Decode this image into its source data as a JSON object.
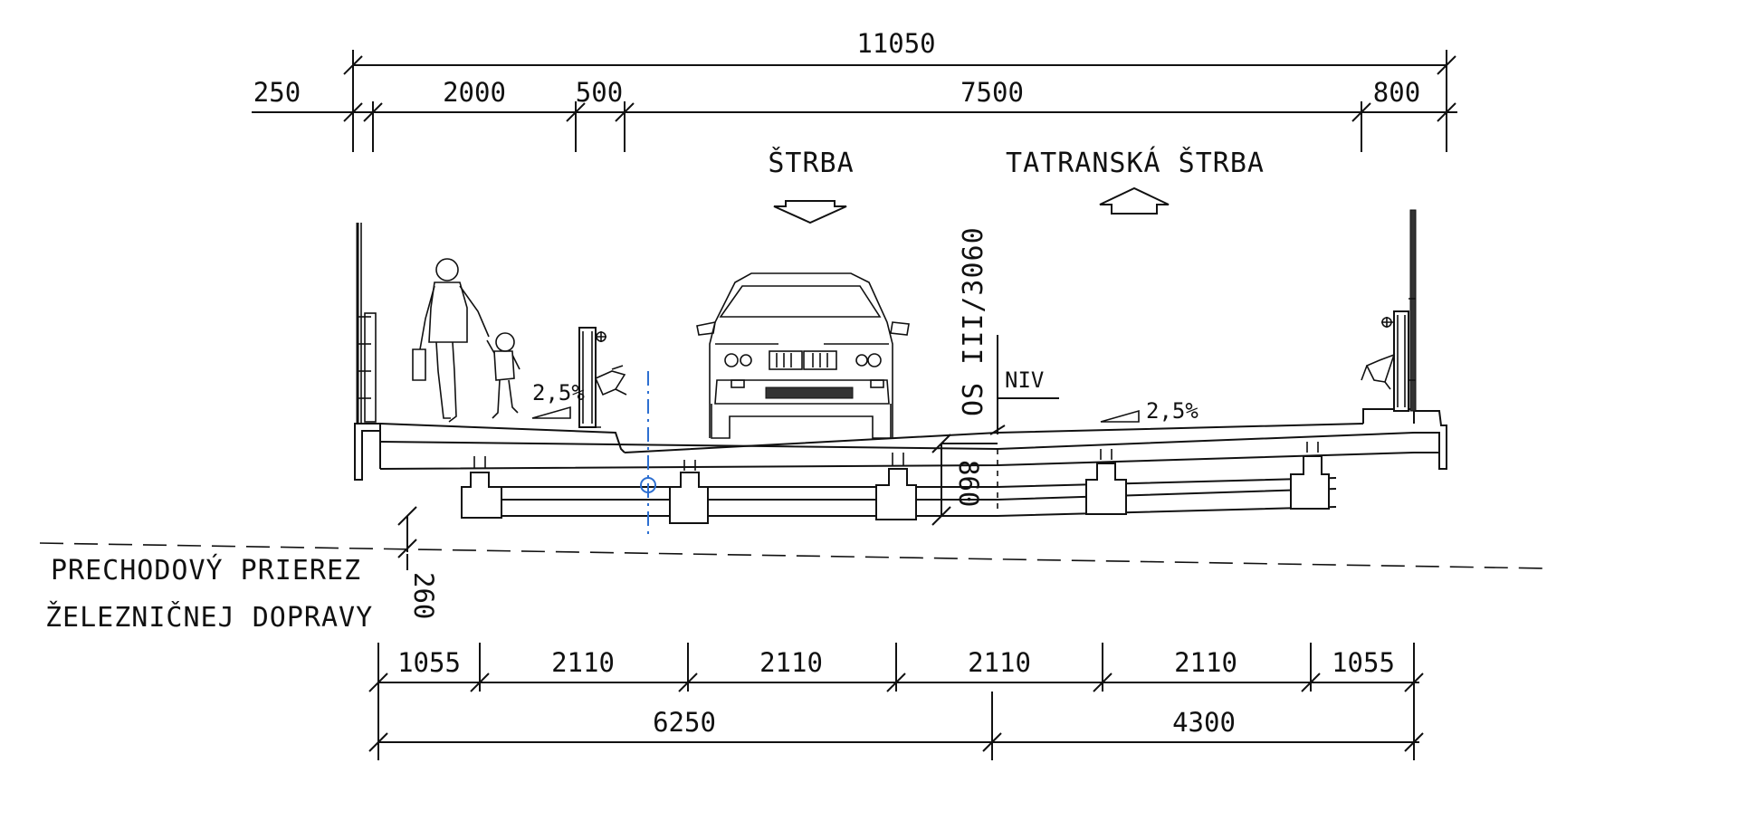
{
  "top_dims": {
    "overall": "11050",
    "left_edge": "250",
    "sidewalk": "2000",
    "barrier": "500",
    "roadway": "7500",
    "right_edge": "800"
  },
  "directions": {
    "left": "ŠTRBA",
    "right": "TATRANSKÁ ŠTRBA"
  },
  "slopes": {
    "left": "2,5%",
    "right": "2,5%"
  },
  "clearance": {
    "label": "OS III/3060",
    "niv": "NIV",
    "depth": "860",
    "rail_gap": "260"
  },
  "rail_profile": {
    "line1": "PRECHODOVÝ PRIEREZ",
    "line2": "ŽELEZNIČNEJ DOPRAVY"
  },
  "bottom_dims": {
    "segments": [
      "1055",
      "2110",
      "2110",
      "2110",
      "2110",
      "1055"
    ],
    "left_total": "6250",
    "right_total": "4300"
  }
}
